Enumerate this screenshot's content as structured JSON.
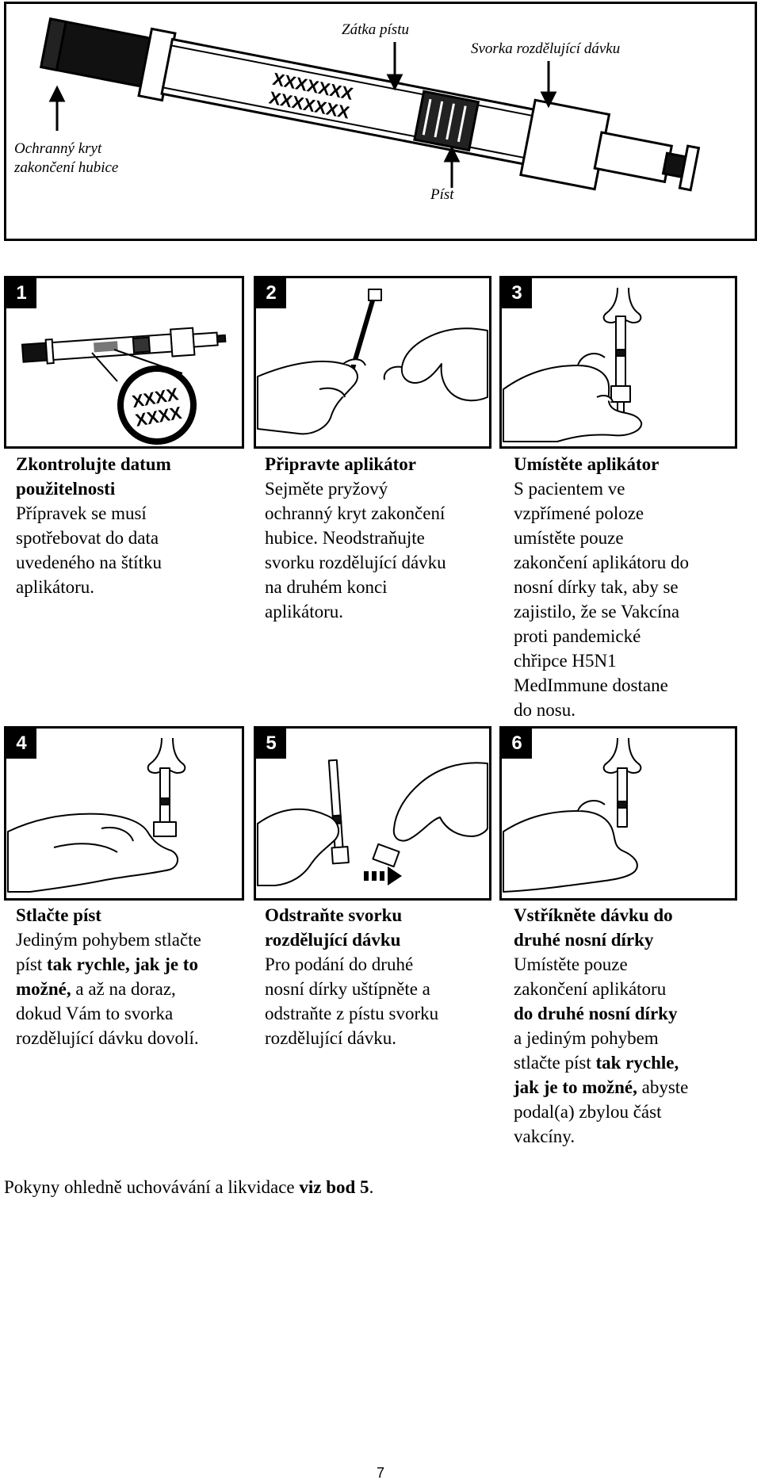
{
  "diagram": {
    "callouts": {
      "plunger_stopper": "Zátka pístu",
      "dose_divider_clip": "Svorka rozdělující dávku",
      "tip_protector_line1": "Ochranný kryt",
      "tip_protector_line2": "zakončení hubice",
      "plunger": "Píst"
    },
    "label_code_line1": "XXXXXXX",
    "label_code_line2": "XXXXXXX"
  },
  "steps": [
    {
      "number": "1",
      "title_line1": "Zkontrolujte datum",
      "title_line2": "použitelnosti",
      "body": [
        "Přípravek se musí",
        "spotřebovat do data",
        "uvedeného na štítku",
        "aplikátoru."
      ],
      "magnifier_line1": "XXXX",
      "magnifier_line2": "XXXX"
    },
    {
      "number": "2",
      "title": "Připravte aplikátor",
      "body": [
        "Sejměte pryžový",
        "ochranný kryt zakončení",
        "hubice. Neodstraňujte",
        "svorku rozdělující dávku",
        "na druhém konci",
        "aplikátoru."
      ]
    },
    {
      "number": "3",
      "title": "Umístěte aplikátor",
      "body": [
        "S pacientem ve",
        "vzpřímené poloze",
        "umístěte pouze",
        "zakončení aplikátoru do",
        "nosní dírky tak, aby se",
        "zajistilo, že se Vakcína",
        "proti pandemické",
        "chřipce H5N1",
        "MedImmune dostane",
        "do nosu."
      ]
    },
    {
      "number": "4",
      "title": "Stlačte píst",
      "body_line1": "Jediným pohybem stlačte",
      "body_line2_a": "píst ",
      "body_line2_b": "tak rychle, jak je to",
      "body_line3_a": "možné,",
      "body_line3_b": " a až na doraz,",
      "body_line4": "dokud Vám to svorka",
      "body_line5": "rozdělující dávku dovolí."
    },
    {
      "number": "5",
      "title_line1": "Odstraňte svorku",
      "title_line2": "rozdělující dávku",
      "body": [
        "Pro podání do druhé",
        "nosní dírky uštípněte a",
        "odstraňte z pístu svorku",
        "rozdělující dávku."
      ]
    },
    {
      "number": "6",
      "title_line1": "Vstříkněte dávku do",
      "title_line2": "druhé nosní dírky",
      "body_line1": "Umístěte pouze",
      "body_line2": "zakončení aplikátoru",
      "body_line3": "do druhé nosní dírky",
      "body_line4": "a jediným pohybem",
      "body_line5_a": "stlačte píst ",
      "body_line5_b": "tak rychle,",
      "body_line6_a": "jak je to možné,",
      "body_line6_b": " abyste",
      "body_line7": "podal(a) zbylou část",
      "body_line8": "vakcíny."
    }
  ],
  "footer": {
    "text_a": "Pokyny ohledně uchovávání a likvidace ",
    "text_b": "viz bod 5",
    "text_c": "."
  },
  "page_number": "7"
}
